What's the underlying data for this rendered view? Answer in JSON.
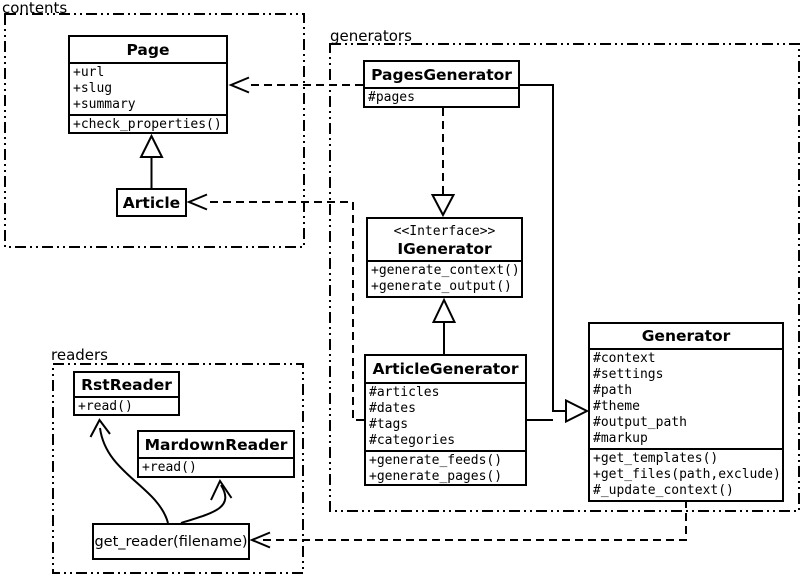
{
  "diagram": {
    "packages": {
      "contents": {
        "label": "contents"
      },
      "generators": {
        "label": "generators"
      },
      "readers": {
        "label": "readers"
      }
    },
    "classes": {
      "page": {
        "title": "Page",
        "attrs": [
          "+url",
          "+slug",
          "+summary"
        ],
        "methods": [
          "+check_properties()"
        ]
      },
      "article": {
        "title": "Article"
      },
      "pages_generator": {
        "title": "PagesGenerator",
        "attrs": [
          "#pages"
        ]
      },
      "igenerator": {
        "stereotype": "<<Interface>>",
        "title": "IGenerator",
        "methods": [
          "+generate_context()",
          "+generate_output()"
        ]
      },
      "article_generator": {
        "title": "ArticleGenerator",
        "attrs": [
          "#articles",
          "#dates",
          "#tags",
          "#categories"
        ],
        "methods": [
          "+generate_feeds()",
          "+generate_pages()"
        ]
      },
      "generator": {
        "title": "Generator",
        "attrs": [
          "#context",
          "#settings",
          "#path",
          "#theme",
          "#output_path",
          "#markup"
        ],
        "methods": [
          "+get_templates()",
          "+get_files(path,exclude)",
          "#_update_context()"
        ]
      },
      "rst_reader": {
        "title": "RstReader",
        "methods": [
          "+read()"
        ]
      },
      "markdown_reader": {
        "title": "MardownReader",
        "methods": [
          "+read()"
        ]
      },
      "get_reader": {
        "label": "get_reader(filename)"
      }
    },
    "colors": {
      "line": "#000000",
      "background": "#ffffff"
    }
  }
}
